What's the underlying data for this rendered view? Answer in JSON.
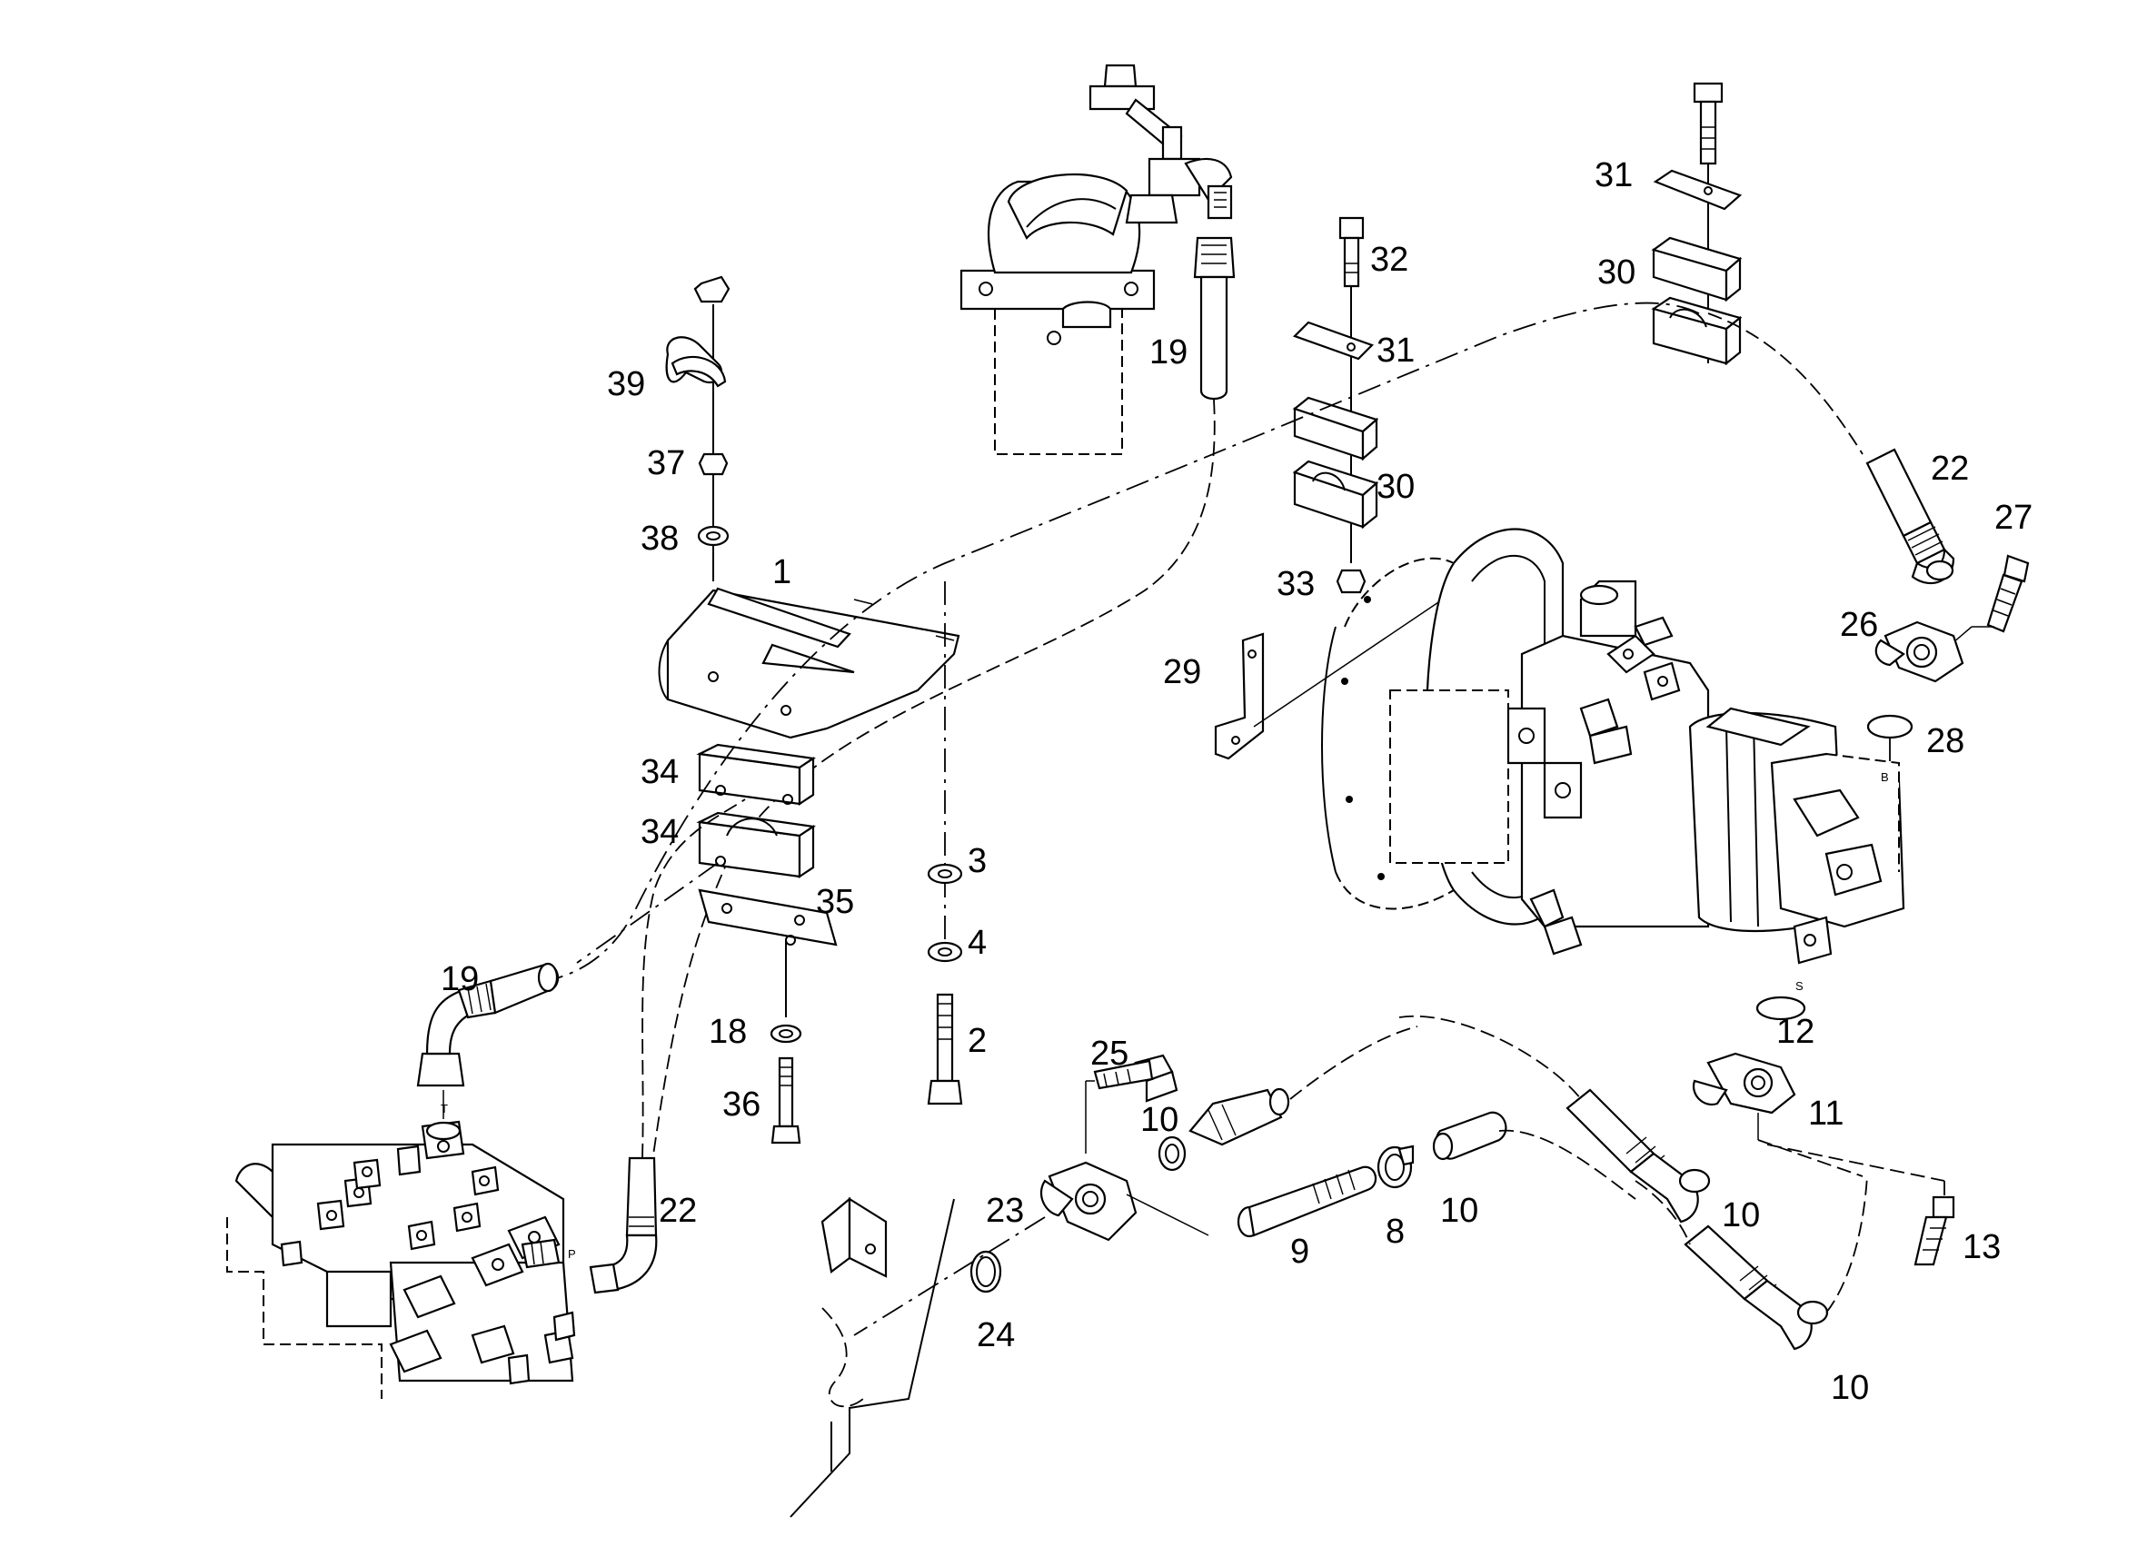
{
  "diagram": {
    "labels": [
      {
        "id": "1",
        "text": "1"
      },
      {
        "id": "2",
        "text": "2"
      },
      {
        "id": "3",
        "text": "3"
      },
      {
        "id": "4",
        "text": "4"
      },
      {
        "id": "8",
        "text": "8"
      },
      {
        "id": "9",
        "text": "9"
      },
      {
        "id": "10a",
        "text": "10"
      },
      {
        "id": "10b",
        "text": "10"
      },
      {
        "id": "10c",
        "text": "10"
      },
      {
        "id": "10d",
        "text": "10"
      },
      {
        "id": "11",
        "text": "11"
      },
      {
        "id": "12",
        "text": "12"
      },
      {
        "id": "13",
        "text": "13"
      },
      {
        "id": "18",
        "text": "18"
      },
      {
        "id": "19a",
        "text": "19"
      },
      {
        "id": "19b",
        "text": "19"
      },
      {
        "id": "22a",
        "text": "22"
      },
      {
        "id": "22b",
        "text": "22"
      },
      {
        "id": "23",
        "text": "23"
      },
      {
        "id": "24",
        "text": "24"
      },
      {
        "id": "25",
        "text": "25"
      },
      {
        "id": "26",
        "text": "26"
      },
      {
        "id": "27",
        "text": "27"
      },
      {
        "id": "28",
        "text": "28"
      },
      {
        "id": "29",
        "text": "29"
      },
      {
        "id": "30a",
        "text": "30"
      },
      {
        "id": "30b",
        "text": "30"
      },
      {
        "id": "31a",
        "text": "31"
      },
      {
        "id": "31b",
        "text": "31"
      },
      {
        "id": "32",
        "text": "32"
      },
      {
        "id": "33",
        "text": "33"
      },
      {
        "id": "34a",
        "text": "34"
      },
      {
        "id": "34b",
        "text": "34"
      },
      {
        "id": "35",
        "text": "35"
      },
      {
        "id": "36",
        "text": "36"
      },
      {
        "id": "37",
        "text": "37"
      },
      {
        "id": "38",
        "text": "38"
      },
      {
        "id": "39",
        "text": "39"
      }
    ],
    "port_marks": {
      "valve_T": "T",
      "valve_P": "P",
      "pump_B": "B",
      "pump_S": "S"
    }
  }
}
